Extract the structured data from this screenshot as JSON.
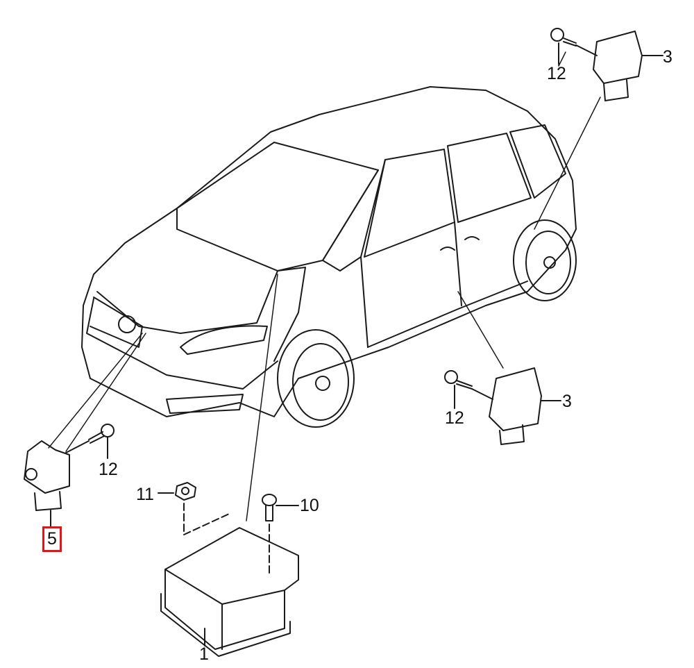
{
  "diagram": {
    "callouts": {
      "sensor_rear": "3",
      "screw_rear": "12",
      "sensor_side": "3",
      "screw_side": "12",
      "screw_front": "12",
      "nut": "11",
      "bolt": "10",
      "sensor_front": "5",
      "control_unit": "1"
    },
    "highlight_color": "#e0161b"
  }
}
